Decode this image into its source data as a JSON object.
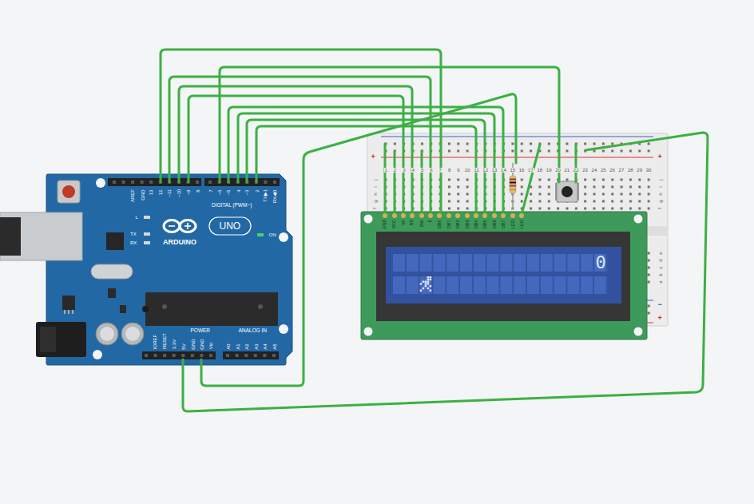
{
  "diagram": {
    "nodes": [
      {
        "text": [
          "AREF",
          "GND",
          "13",
          "12",
          "~11",
          "~10",
          "~9",
          "8",
          "7",
          "~6",
          "~5",
          "4",
          "~3",
          "2",
          "TX▶1",
          "RX◀0",
          "DIGITAL (PWM~)",
          "L",
          "TX",
          "RX",
          "ARDUINO",
          "UNO",
          "ON",
          "IOREF",
          "RESET",
          "3.3V",
          "5V",
          "GND",
          "GND",
          "Vin",
          "POWER",
          "ANALOG IN",
          "A0",
          "A1",
          "A2",
          "A3",
          "A4",
          "A5"
        ]
      },
      {
        "text": [
          "GND",
          "VCC",
          "V0",
          "RS",
          "RW",
          "E",
          "DB0",
          "DB1",
          "DB2",
          "DB3",
          "DB4",
          "DB5",
          "DB6",
          "DB7",
          "LED",
          "LED",
          "0"
        ]
      }
    ],
    "labels": [
      "+",
      "1",
      "2",
      "3",
      "4",
      "5",
      "6",
      "7",
      "8",
      "9",
      "10",
      "11",
      "12",
      "13",
      "14",
      "15",
      "16",
      "17",
      "18",
      "19",
      "20",
      "21",
      "22",
      "23",
      "24",
      "25",
      "26",
      "27",
      "28",
      "29",
      "30",
      "+",
      "j",
      "i",
      "h",
      "g",
      "f",
      "j",
      "i",
      "h",
      "g",
      "f",
      "e",
      "d",
      "c",
      "b",
      "a",
      "−",
      "+"
    ]
  }
}
